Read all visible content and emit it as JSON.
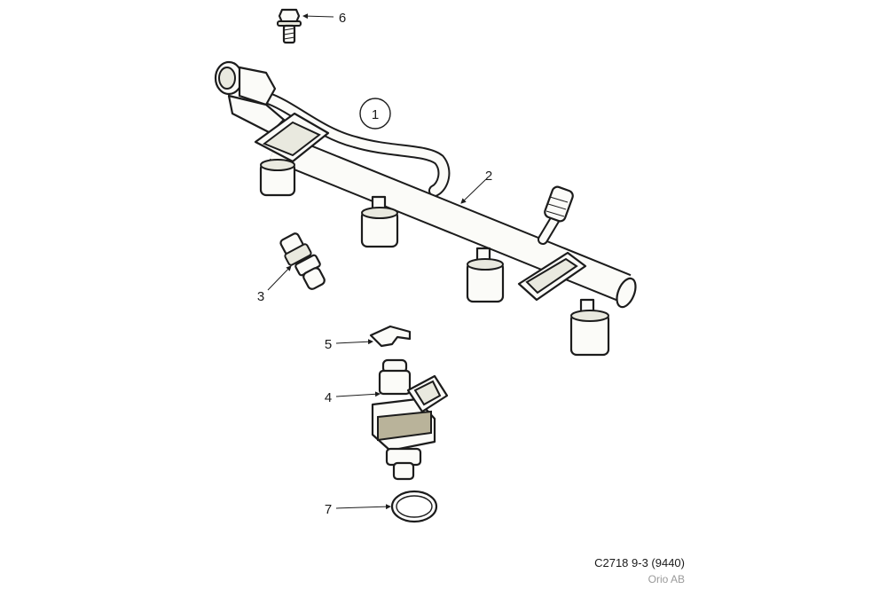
{
  "diagram": {
    "callouts": [
      "1",
      "2",
      "3",
      "4",
      "5",
      "6",
      "7"
    ],
    "code": "C2718 9-3 (9440)",
    "owner": "Orio AB"
  }
}
